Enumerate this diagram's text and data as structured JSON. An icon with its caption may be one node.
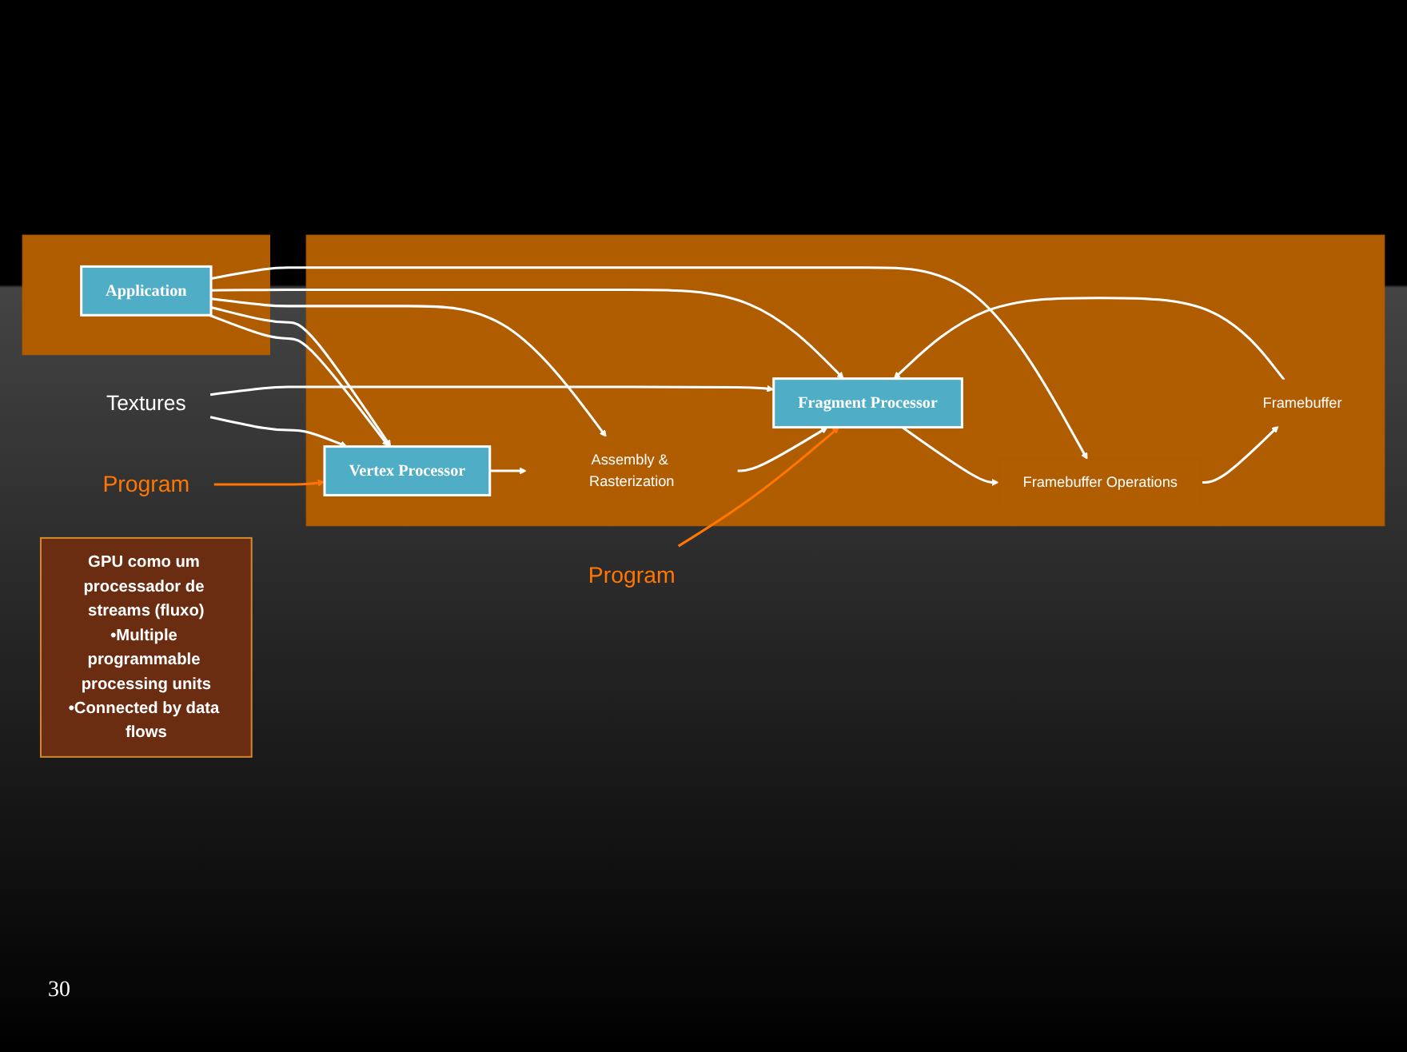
{
  "diagram": {
    "nodes": [
      {
        "text": [
          "GPU como um processador de streams (fluxo)",
          "•Multiple programmable processing units",
          "•Connected by data flows"
        ]
      },
      {
        "text": [],
        "shape": "box"
      },
      {
        "text": [
          "Application"
        ],
        "in": 1
      },
      {
        "text": [],
        "shape": "box"
      },
      {
        "text": [
          "Vertex Processor"
        ],
        "in": 3
      },
      {
        "text": [
          "Assembly & Rasterization"
        ],
        "in": 3
      },
      {
        "text": [
          "Fragment Processor"
        ],
        "in": 3
      },
      {
        "text": [
          "Framebuffer Operations"
        ],
        "in": 3
      },
      {
        "text": [
          "Framebuffer"
        ],
        "in": 3
      },
      {
        "text": [
          "Textures"
        ]
      },
      {
        "text": [
          "Program"
        ]
      },
      {
        "text": [
          "Program"
        ]
      }
    ],
    "edges": [
      {
        "from": 2,
        "to": 4,
        "arrow": "to"
      },
      {
        "from": 4,
        "to": 5,
        "arrow": "to"
      },
      {
        "from": 5,
        "to": 6,
        "arrow": "to"
      },
      {
        "from": 6,
        "to": 7,
        "arrow": "to"
      },
      {
        "from": 7,
        "to": 8,
        "arrow": "to"
      },
      {
        "from": 2,
        "to": 4,
        "arrow": "to"
      },
      {
        "from": 2,
        "to": 5,
        "arrow": "to"
      },
      {
        "from": 2,
        "to": 6,
        "arrow": "to"
      },
      {
        "from": 2,
        "to": 7,
        "arrow": "to"
      },
      {
        "from": 8,
        "to": 6,
        "arrow": "to"
      },
      {
        "from": 9,
        "to": 4,
        "arrow": "to"
      },
      {
        "from": 9,
        "to": 6,
        "arrow": "to"
      },
      {
        "from": 10,
        "to": 4,
        "arrow": "to",
        "color": "#ff7700"
      },
      {
        "from": 11,
        "to": 6,
        "arrow": "to",
        "color": "#ff7700"
      }
    ],
    "labels": [
      "30"
    ]
  }
}
